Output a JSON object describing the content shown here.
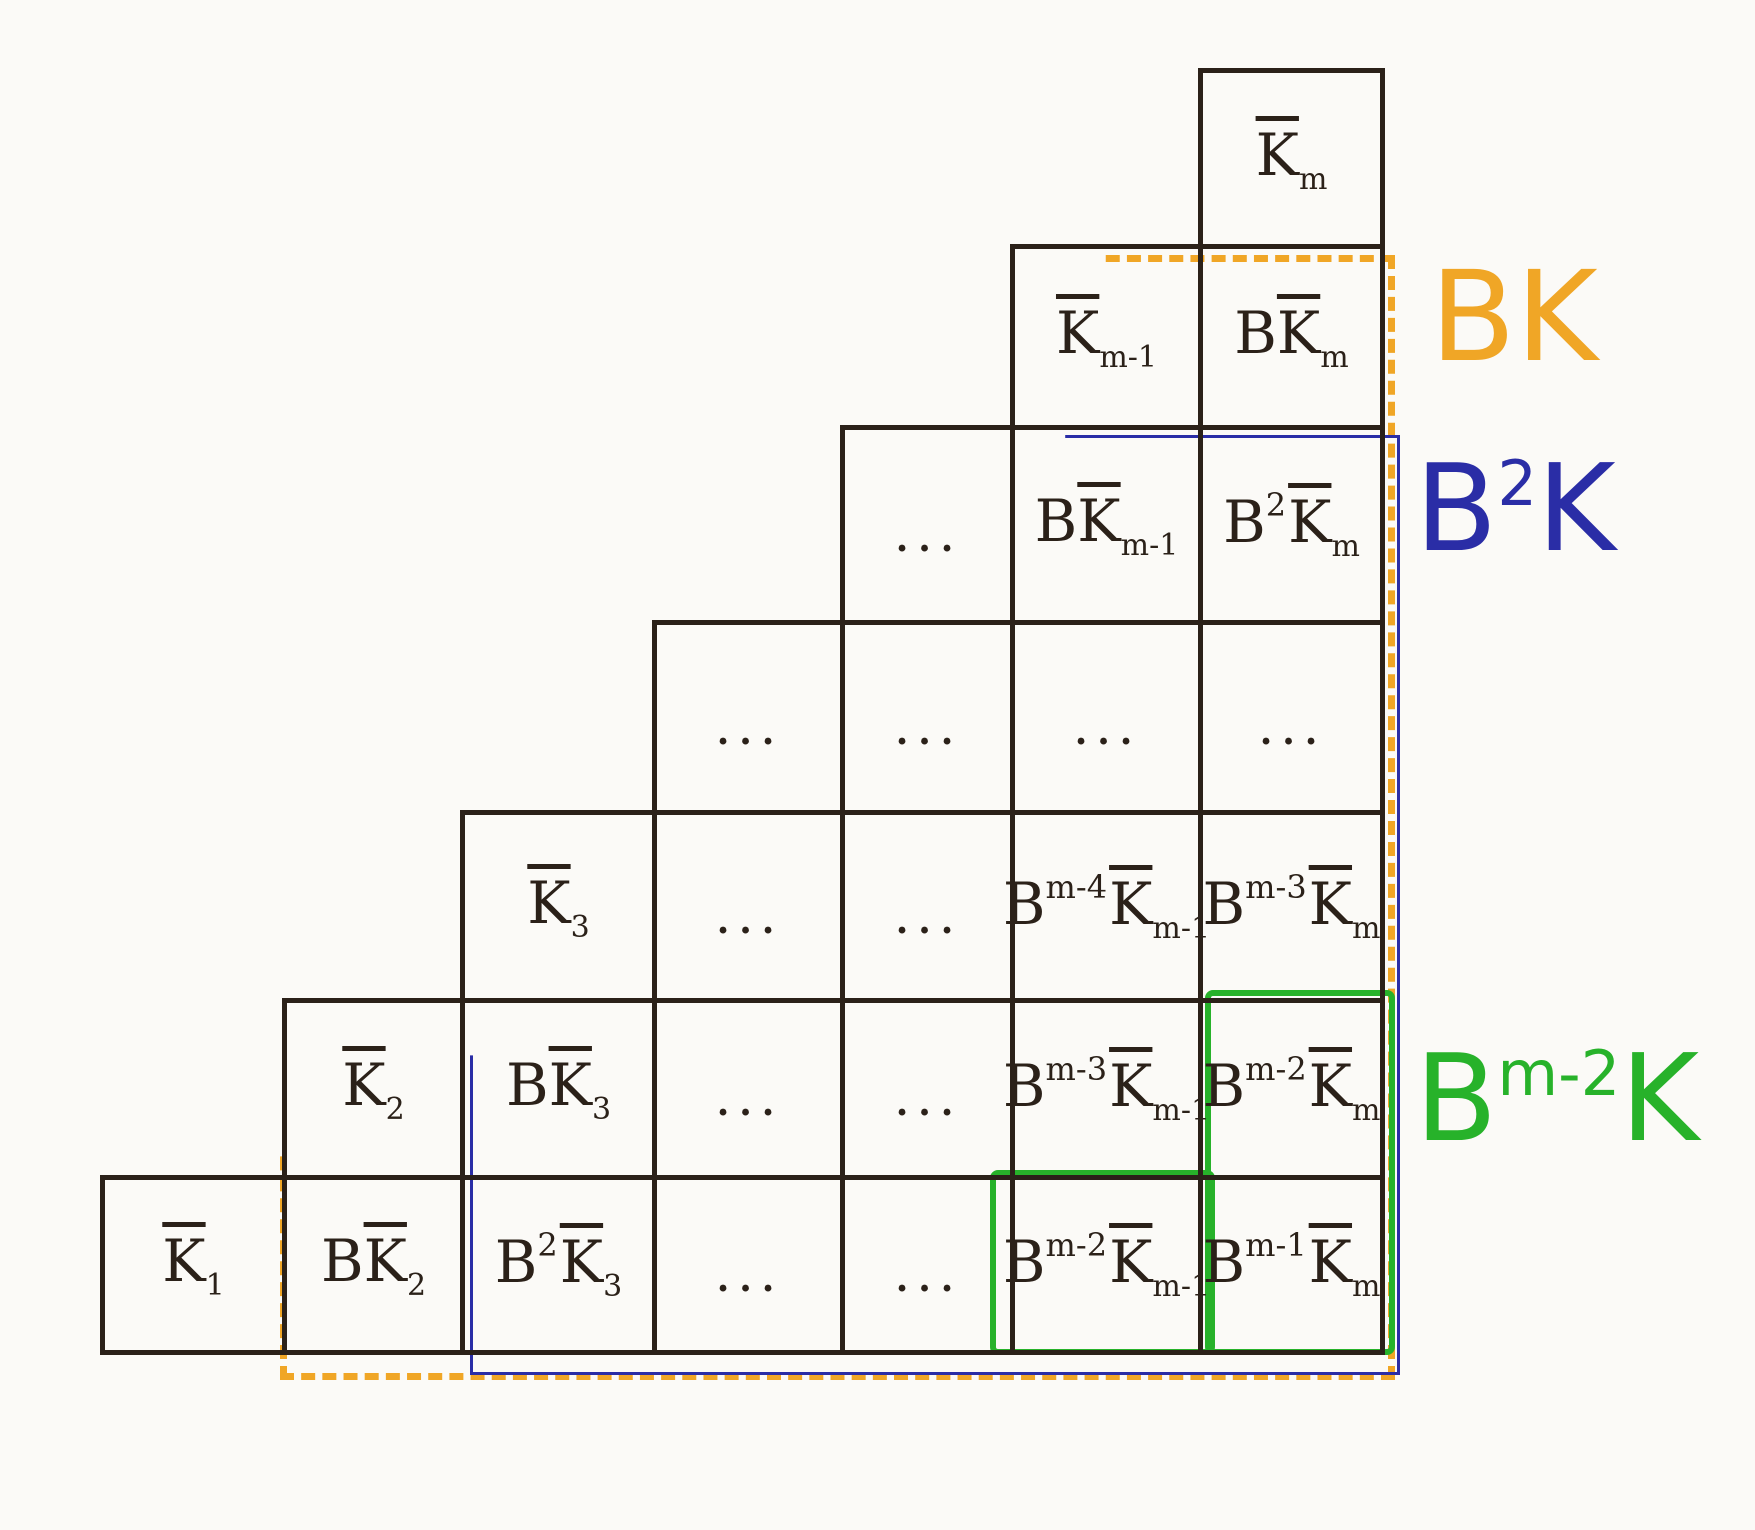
{
  "colors": {
    "ink": "#2b2119",
    "orange": "#f0a626",
    "blue": "#2a2da6",
    "green": "#27b22a"
  },
  "cells": [
    {
      "id": "r1c6",
      "b_pow": "",
      "base": "K",
      "sub": "m"
    },
    {
      "id": "r2c5",
      "b_pow": "",
      "base": "K",
      "sub": "m-1"
    },
    {
      "id": "r2c6",
      "b_pow": "1",
      "base": "K",
      "sub": "m"
    },
    {
      "id": "r3c4",
      "dots": "..."
    },
    {
      "id": "r3c5",
      "b_pow": "1",
      "base": "K",
      "sub": "m-1"
    },
    {
      "id": "r3c6",
      "b_pow": "2",
      "base": "K",
      "sub": "m"
    },
    {
      "id": "r4c3",
      "dots": "..."
    },
    {
      "id": "r4c4",
      "dots": "..."
    },
    {
      "id": "r4c5",
      "dots": "..."
    },
    {
      "id": "r4c6",
      "dots": "..."
    },
    {
      "id": "r5c2",
      "b_pow": "",
      "base": "K",
      "sub": "3"
    },
    {
      "id": "r5c3",
      "dots": "..."
    },
    {
      "id": "r5c4",
      "dots": "..."
    },
    {
      "id": "r5c5",
      "b_pow": "m-4",
      "base": "K",
      "sub": "m-1"
    },
    {
      "id": "r5c6",
      "b_pow": "m-3",
      "base": "K",
      "sub": "m"
    },
    {
      "id": "r6c1",
      "b_pow": "",
      "base": "K",
      "sub": "2"
    },
    {
      "id": "r6c2",
      "b_pow": "1",
      "base": "K",
      "sub": "3"
    },
    {
      "id": "r6c3",
      "dots": "..."
    },
    {
      "id": "r6c4",
      "dots": "..."
    },
    {
      "id": "r6c5",
      "b_pow": "m-3",
      "base": "K",
      "sub": "m-1"
    },
    {
      "id": "r6c6",
      "b_pow": "m-2",
      "base": "K",
      "sub": "m"
    },
    {
      "id": "r7c0",
      "b_pow": "",
      "base": "K",
      "sub": "1"
    },
    {
      "id": "r7c1",
      "b_pow": "1",
      "base": "K",
      "sub": "2"
    },
    {
      "id": "r7c2",
      "b_pow": "2",
      "base": "K",
      "sub": "3"
    },
    {
      "id": "r7c3",
      "dots": "..."
    },
    {
      "id": "r7c4",
      "dots": "..."
    },
    {
      "id": "r7c5",
      "b_pow": "m-2",
      "base": "K",
      "sub": "m-1"
    },
    {
      "id": "r7c6",
      "b_pow": "m-1",
      "base": "K",
      "sub": "m"
    }
  ],
  "region_labels": [
    {
      "id": "orange",
      "base": "BK",
      "power": "",
      "color_key": "orange"
    },
    {
      "id": "blue",
      "base": "B",
      "power": "2",
      "tail": "K",
      "color_key": "blue"
    },
    {
      "id": "green",
      "base": "B",
      "power": "m-2",
      "tail": "K",
      "color_key": "green"
    }
  ]
}
